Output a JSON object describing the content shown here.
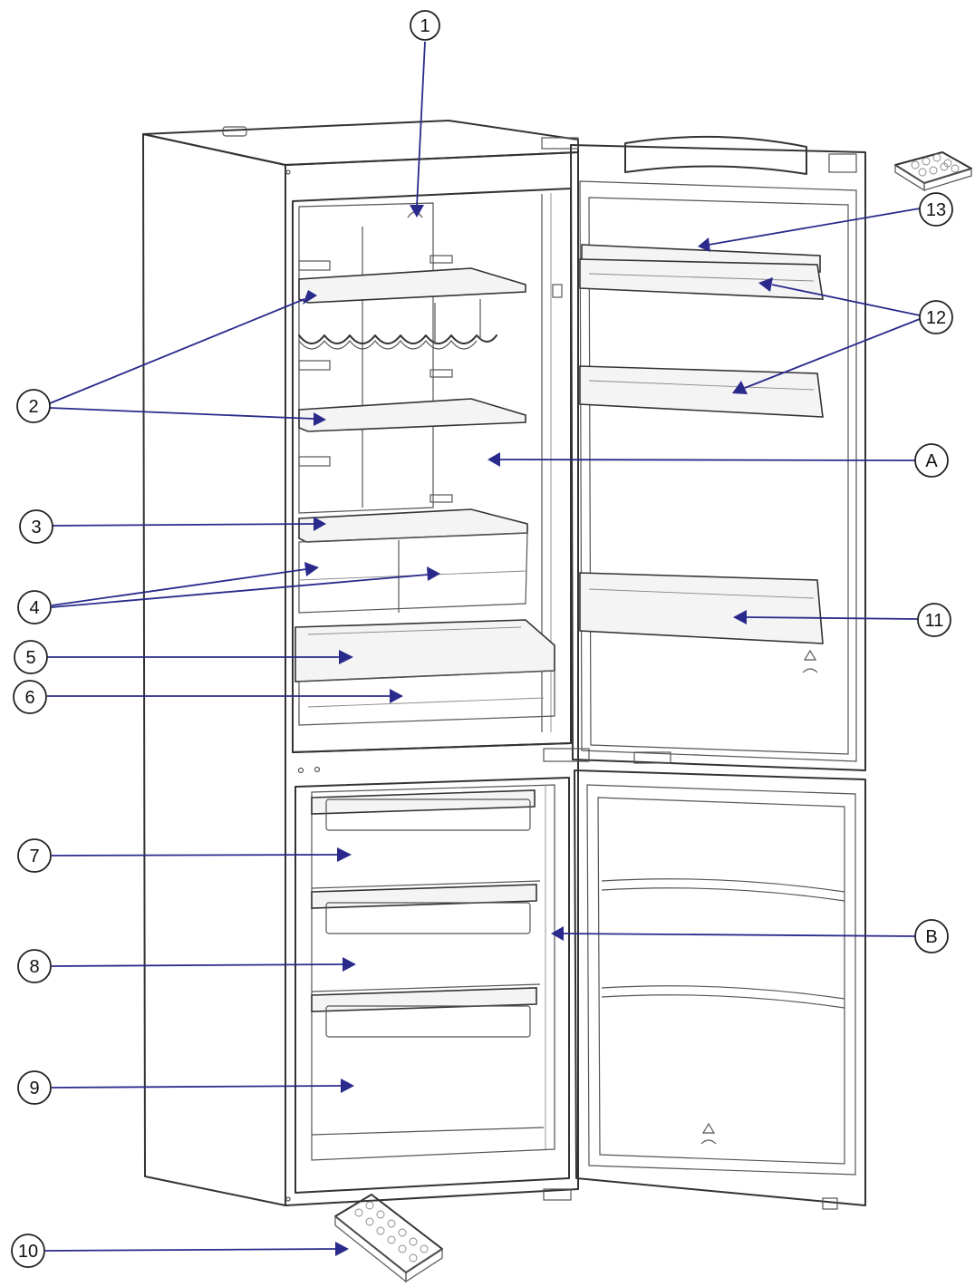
{
  "callouts": [
    {
      "id": "c1",
      "label": "1"
    },
    {
      "id": "c2",
      "label": "2"
    },
    {
      "id": "c3",
      "label": "3"
    },
    {
      "id": "c4",
      "label": "4"
    },
    {
      "id": "c5",
      "label": "5"
    },
    {
      "id": "c6",
      "label": "6"
    },
    {
      "id": "c7",
      "label": "7"
    },
    {
      "id": "c8",
      "label": "8"
    },
    {
      "id": "c9",
      "label": "9"
    },
    {
      "id": "c10",
      "label": "10"
    },
    {
      "id": "c11",
      "label": "11"
    },
    {
      "id": "c12",
      "label": "12"
    },
    {
      "id": "c13",
      "label": "13"
    },
    {
      "id": "cA",
      "label": "A"
    },
    {
      "id": "cB",
      "label": "B"
    }
  ],
  "colors": {
    "leader": "#2a2a8c",
    "outline": "#333333",
    "background": "#ffffff"
  }
}
